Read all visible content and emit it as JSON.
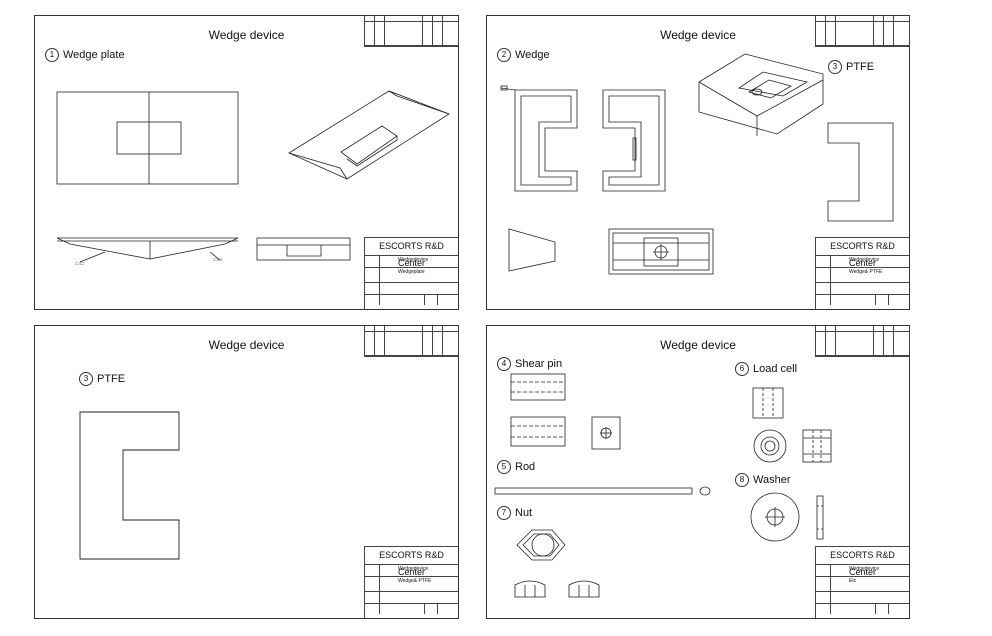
{
  "sheets": [
    {
      "title": "Wedge device",
      "parts": [
        {
          "num": "1",
          "name": "Wedge plate"
        }
      ],
      "title_block": {
        "company": "ESCORTS R&D Center",
        "title_label": "",
        "title": "Wedgedevice",
        "drawing_label": "",
        "drawing": "Wedgeplate"
      }
    },
    {
      "title": "Wedge device",
      "parts": [
        {
          "num": "2",
          "name": "Wedge"
        },
        {
          "num": "3",
          "name": "PTFE"
        }
      ],
      "notes": [
        "",
        ""
      ],
      "title_block": {
        "company": "ESCORTS R&D Center",
        "title_label": "",
        "title": "Wedgedevice",
        "drawing_label": "",
        "drawing": "Wedge& PTFE"
      }
    },
    {
      "title": "Wedge device",
      "parts": [
        {
          "num": "3",
          "name": "PTFE"
        }
      ],
      "title_block": {
        "company": "ESCORTS R&D Center",
        "title_label": "",
        "title": "Wedgedevice",
        "drawing_label": "",
        "drawing": "Wedge& PTFE"
      }
    },
    {
      "title": "Wedge device",
      "parts": [
        {
          "num": "4",
          "name": "Shear pin"
        },
        {
          "num": "5",
          "name": "Rod"
        },
        {
          "num": "6",
          "name": "Load cell"
        },
        {
          "num": "7",
          "name": "Nut"
        },
        {
          "num": "8",
          "name": "Washer"
        }
      ],
      "notes": [
        ""
      ],
      "title_block": {
        "company": "ESCORTS R&D Center",
        "title_label": "",
        "title": "Wedgedevice",
        "drawing_label": "",
        "drawing": "Etc"
      }
    }
  ]
}
